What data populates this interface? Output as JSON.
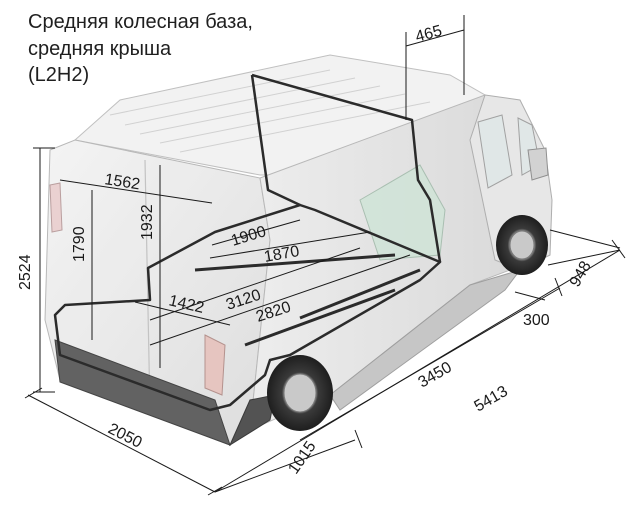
{
  "title": {
    "line1": "Средняя колесная база,",
    "line2": "средняя крыша",
    "line3": "(L2H2)"
  },
  "dimensions": {
    "d465": "465",
    "d1562": "1562",
    "d1932": "1932",
    "d1790": "1790",
    "d2524": "2524",
    "d1900": "1900",
    "d1870": "1870",
    "d1422": "1422",
    "d3120": "3120",
    "d2820": "2820",
    "d948": "948",
    "d300": "300",
    "d3450": "3450",
    "d5413": "5413",
    "d2050": "2050",
    "d1015": "1015"
  }
}
